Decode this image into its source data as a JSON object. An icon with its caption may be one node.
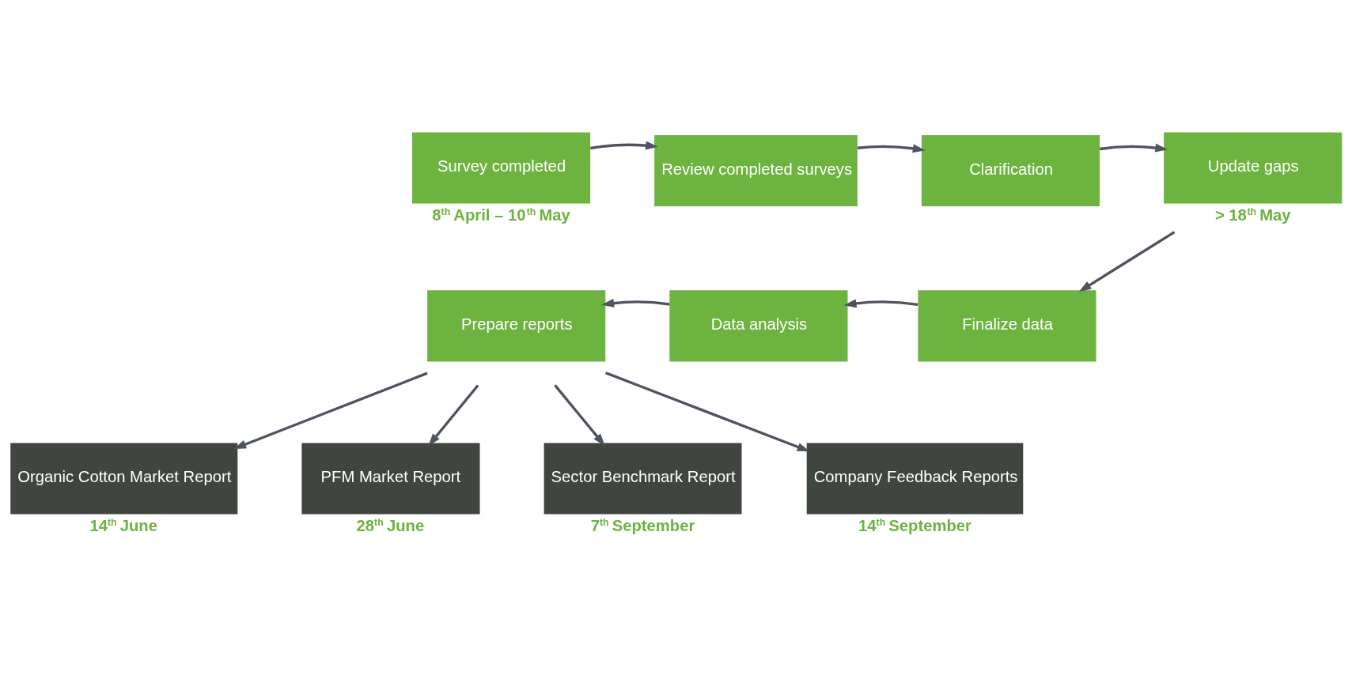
{
  "diagram": {
    "nodes": [
      {
        "text": [
          "Survey completed"
        ],
        "beside": [
          "8$^{th}$ April – 10$^{th}$ May"
        ]
      },
      {
        "text": [
          "Review completed surveys"
        ]
      },
      {
        "text": [
          "Clarification"
        ]
      },
      {
        "text": [
          "Update gaps"
        ],
        "beside": [
          "> 18$^{th}$ May"
        ]
      },
      {
        "text": [
          "Finalize data"
        ]
      },
      {
        "text": [
          "Data analysis"
        ]
      },
      {
        "text": [
          "Prepare reports"
        ]
      },
      {
        "text": [
          "Organic Cotton Market Report"
        ],
        "beside": [
          "14$^{th}$ June"
        ]
      },
      {
        "text": [
          "PFM Market Report"
        ],
        "beside": [
          "28$^{th}$ June"
        ]
      },
      {
        "text": [
          "Sector Benchmark Report"
        ],
        "beside": [
          "7$^{th}$ September"
        ]
      },
      {
        "text": [
          "Company Feedback Reports"
        ],
        "beside": [
          "14$^{th}$ September"
        ]
      }
    ],
    "edges": [
      {
        "from": 0,
        "to": 1,
        "arrow": "to"
      },
      {
        "from": 1,
        "to": 2,
        "arrow": "to"
      },
      {
        "from": 2,
        "to": 3,
        "arrow": "to"
      },
      {
        "from": 3,
        "to": 4,
        "arrow": "to"
      },
      {
        "from": 4,
        "to": 5,
        "arrow": "to"
      },
      {
        "from": 5,
        "to": 6,
        "arrow": "to"
      },
      {
        "from": 6,
        "to": 7,
        "arrow": "to"
      },
      {
        "from": 6,
        "to": 8,
        "arrow": "to"
      },
      {
        "from": 6,
        "to": 9,
        "arrow": "to"
      },
      {
        "from": 6,
        "to": 10,
        "arrow": "to"
      }
    ]
  }
}
